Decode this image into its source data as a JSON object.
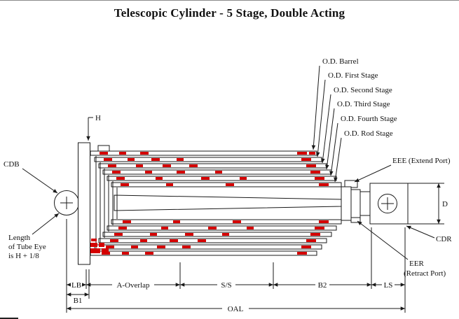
{
  "title": "Telescopic Cylinder - 5 Stage, Double Acting",
  "callouts": {
    "od_barrel": "O.D. Barrel",
    "od_first_stage": "O.D. First Stage",
    "od_second_stage": "O.D. Second Stage",
    "od_third_stage": "O.D. Third Stage",
    "od_fourth_stage": "O.D. Fourth Stage",
    "od_rod_stage": "O.D. Rod Stage",
    "extend_port": "EEE (Extend Port)",
    "retract_port_line1": "EER",
    "retract_port_line2": "(Retract Port)",
    "cdb": "CDB",
    "cdr": "CDR",
    "h": "H",
    "d": "D",
    "tube_eye_note_line1": "Length",
    "tube_eye_note_line2": "of Tube Eye",
    "tube_eye_note_line3": "is H + 1/8"
  },
  "dimensions": {
    "lb": "LB",
    "a_overlap": "A-Overlap",
    "ss": "S/S",
    "b2": "B2",
    "ls": "LS",
    "b1": "B1",
    "oal": "OAL"
  },
  "colors": {
    "seal": "#d40000",
    "line": "#1a1a1a"
  }
}
